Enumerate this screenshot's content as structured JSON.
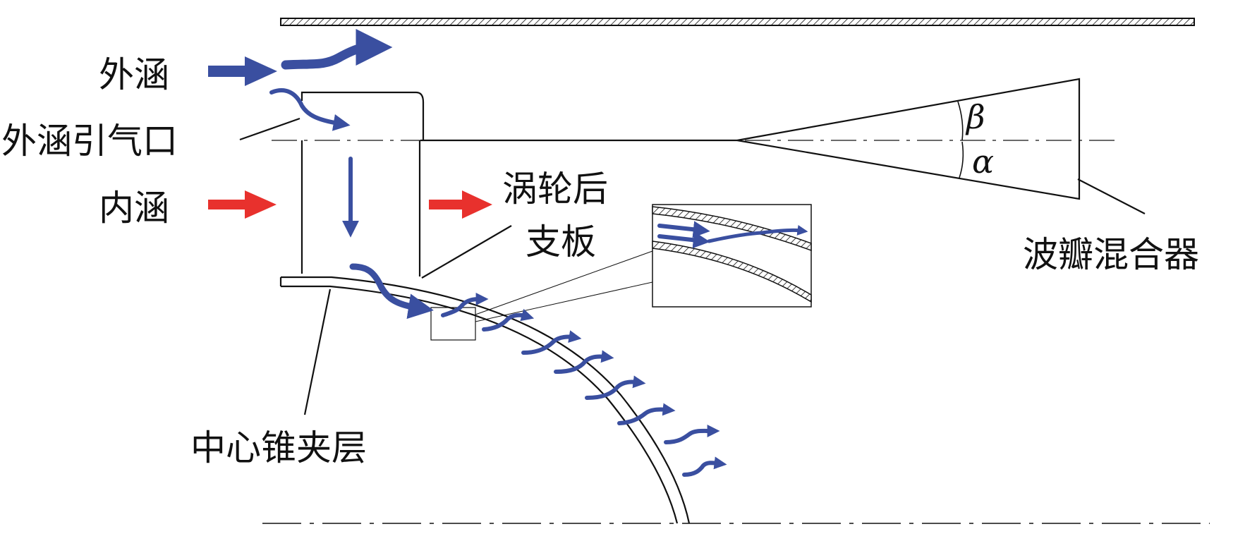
{
  "labels": {
    "bypass": "外涵",
    "bypass_bleed_port": "外涵引气口",
    "core": "内涵",
    "turbine_rear_strut_line1": "涡轮后",
    "turbine_rear_strut_line2": "支板",
    "lobed_mixer": "波瓣混合器",
    "center_cone_jacket": "中心锥夹层",
    "angle_beta": "β",
    "angle_alpha": "α"
  },
  "colors": {
    "bypass_flow": "#3a4fa0",
    "core_flow": "#e8312d",
    "line": "#111111"
  }
}
